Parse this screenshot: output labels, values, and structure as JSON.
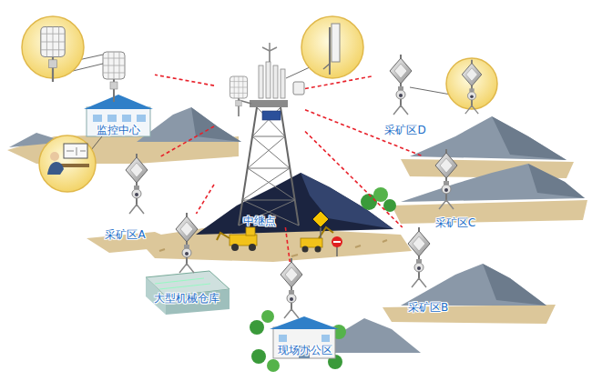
{
  "diagram": {
    "nodes": [
      {
        "text": [
          "监控中心"
        ]
      },
      {
        "text": [
          "采矿区D"
        ]
      },
      {
        "text": [
          "中继点"
        ]
      },
      {
        "text": [
          "采矿区C"
        ]
      },
      {
        "text": [
          "采矿区A"
        ]
      },
      {
        "text": [
          "大型机械仓库"
        ]
      },
      {
        "text": [
          "采矿区B"
        ]
      },
      {
        "text": [
          "现场办公区"
        ]
      }
    ],
    "edges": [
      {
        "from": 2,
        "to": 0,
        "arrow": "none"
      },
      {
        "from": 2,
        "to": 1,
        "arrow": "none"
      },
      {
        "from": 2,
        "to": 3,
        "arrow": "none"
      },
      {
        "from": 2,
        "to": 4,
        "arrow": "none"
      },
      {
        "from": 2,
        "to": 5,
        "arrow": "none"
      },
      {
        "from": 2,
        "to": 6,
        "arrow": "none"
      },
      {
        "from": 2,
        "to": 7,
        "arrow": "none"
      }
    ]
  }
}
